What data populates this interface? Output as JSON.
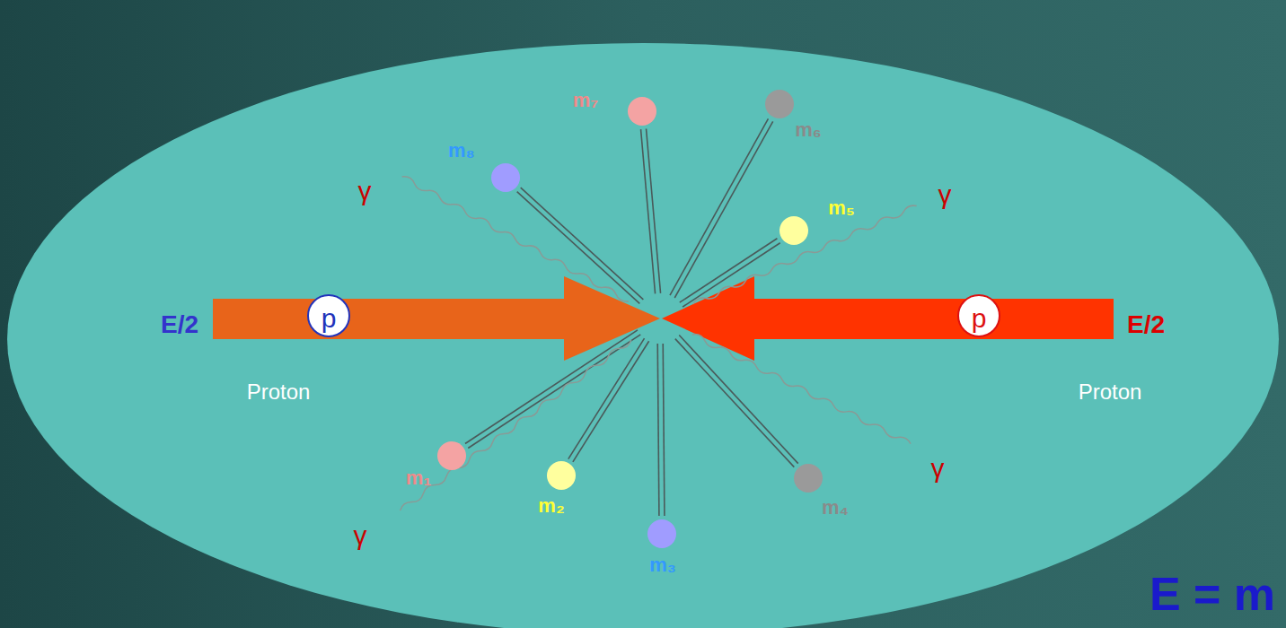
{
  "diagram": {
    "nodes": [
      {
        "text": [
          "p"
        ]
      },
      {
        "text": [
          "p"
        ]
      }
    ],
    "labels": [
      "E/2",
      "Proton",
      "E/2",
      "Proton",
      "m₁",
      "m₂",
      "m₃",
      "m₄",
      "m₅",
      "m₆",
      "m₇",
      "m₈",
      "γ",
      "γ",
      "γ",
      "γ",
      "E = m"
    ]
  }
}
